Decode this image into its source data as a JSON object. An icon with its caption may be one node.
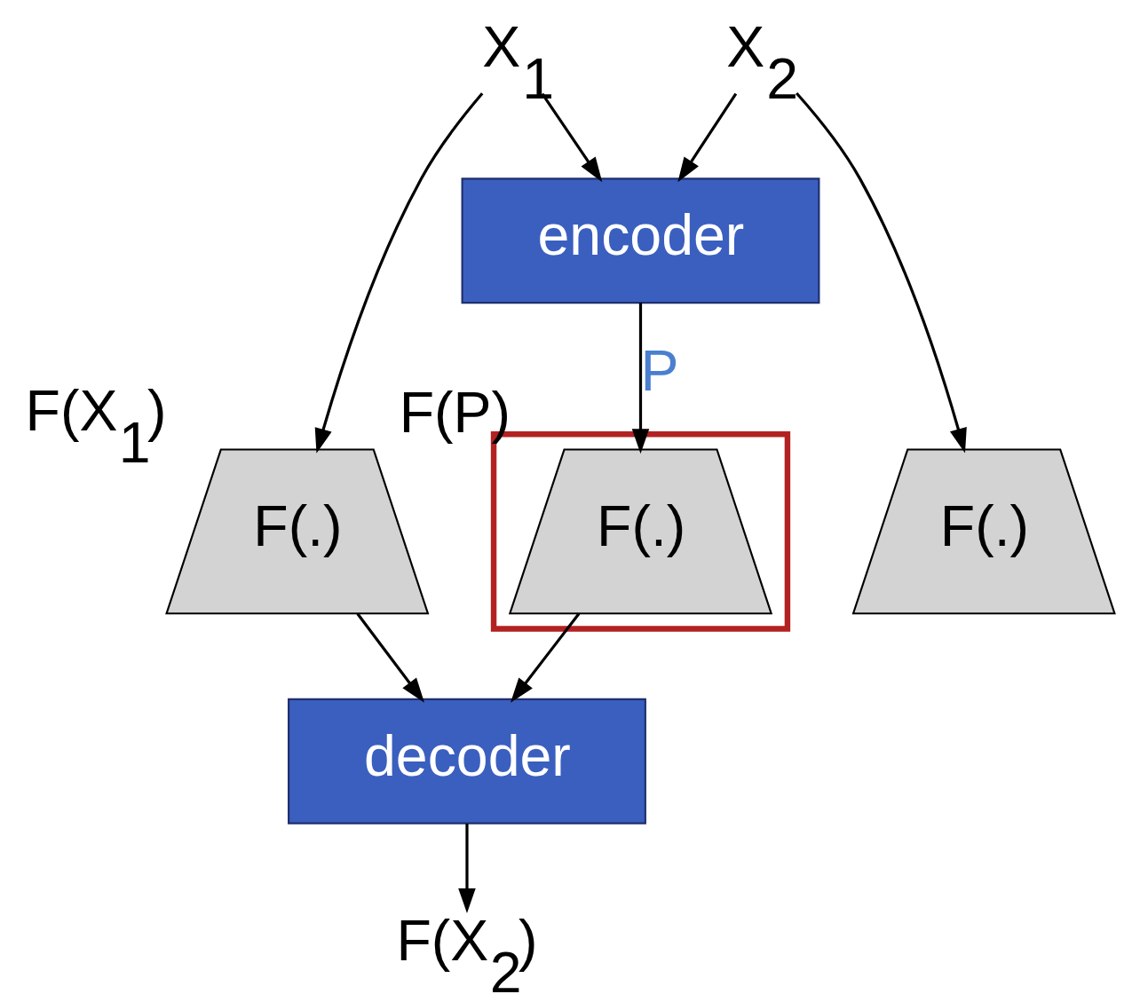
{
  "diagram": {
    "nodes": [
      {
        "text": [
          "X$_{1}$"
        ]
      },
      {
        "text": [
          "X$_{2}$"
        ]
      },
      {
        "text": [
          "encoder"
        ]
      },
      {
        "text": [
          "F(.)"
        ],
        "beside": [
          "F(X$_{1}$)"
        ]
      },
      {
        "text": [
          "F(.)"
        ]
      },
      {
        "text": [],
        "shape": "box"
      },
      {
        "text": [
          "F(.)"
        ],
        "in": 5,
        "beside": [
          "F(P)"
        ]
      },
      {
        "text": [
          "decoder"
        ]
      },
      {
        "text": [
          "F(X$_{2}$)"
        ]
      }
    ],
    "edges": [
      {
        "from": 0,
        "to": 3,
        "arrow": "to"
      },
      {
        "from": 1,
        "to": 4,
        "arrow": "to"
      },
      {
        "from": 0,
        "to": 2,
        "arrow": "to"
      },
      {
        "from": 1,
        "to": 2,
        "arrow": "to"
      },
      {
        "from": 2,
        "to": 6,
        "arrow": "to",
        "label": "P"
      },
      {
        "from": 3,
        "to": 7,
        "arrow": "to"
      },
      {
        "from": 6,
        "to": 7,
        "arrow": "to"
      },
      {
        "from": 7,
        "to": 8,
        "arrow": "to"
      }
    ]
  }
}
